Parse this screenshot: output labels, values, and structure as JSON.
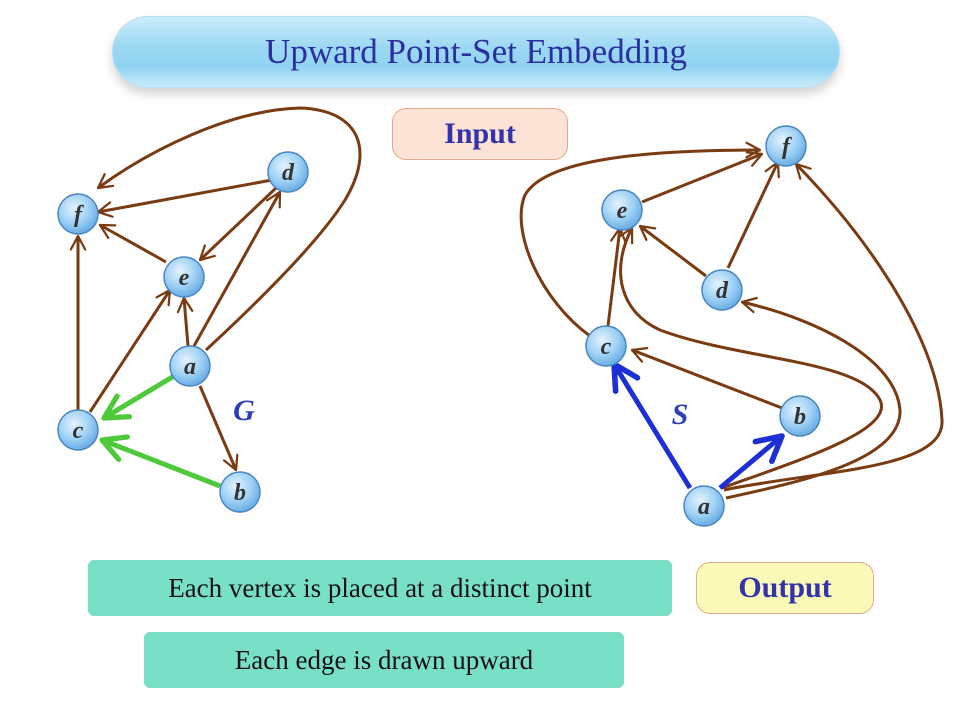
{
  "title": "Upward Point-Set Embedding",
  "input_label": "Input",
  "output_label": "Output",
  "notes": [
    "Each vertex is placed at a distinct point",
    "Each edge is drawn upward"
  ],
  "colors": {
    "edge": "#7a3b12",
    "highlight_green": "#4ec93a",
    "highlight_blue": "#1f2fd6",
    "node_fill": "#8ec9f2",
    "node_stroke": "#4a86c5",
    "label": "#2c3fb8"
  },
  "graph_G": {
    "name": "G",
    "vertices": [
      "a",
      "b",
      "c",
      "d",
      "e",
      "f"
    ],
    "edges": [
      [
        "a",
        "b"
      ],
      [
        "a",
        "e"
      ],
      [
        "a",
        "d"
      ],
      [
        "a",
        "f"
      ],
      [
        "c",
        "e"
      ],
      [
        "c",
        "f"
      ],
      [
        "d",
        "e"
      ],
      [
        "d",
        "f"
      ],
      [
        "e",
        "f"
      ],
      [
        "a",
        "c"
      ],
      [
        "b",
        "c"
      ]
    ],
    "highlighted_edges": [
      [
        "a",
        "c"
      ],
      [
        "b",
        "c"
      ]
    ]
  },
  "point_set_S": {
    "name": "S",
    "vertices": [
      "a",
      "b",
      "c",
      "d",
      "e",
      "f"
    ],
    "highlighted_edges": [
      [
        "a",
        "c"
      ],
      [
        "a",
        "b"
      ]
    ]
  }
}
